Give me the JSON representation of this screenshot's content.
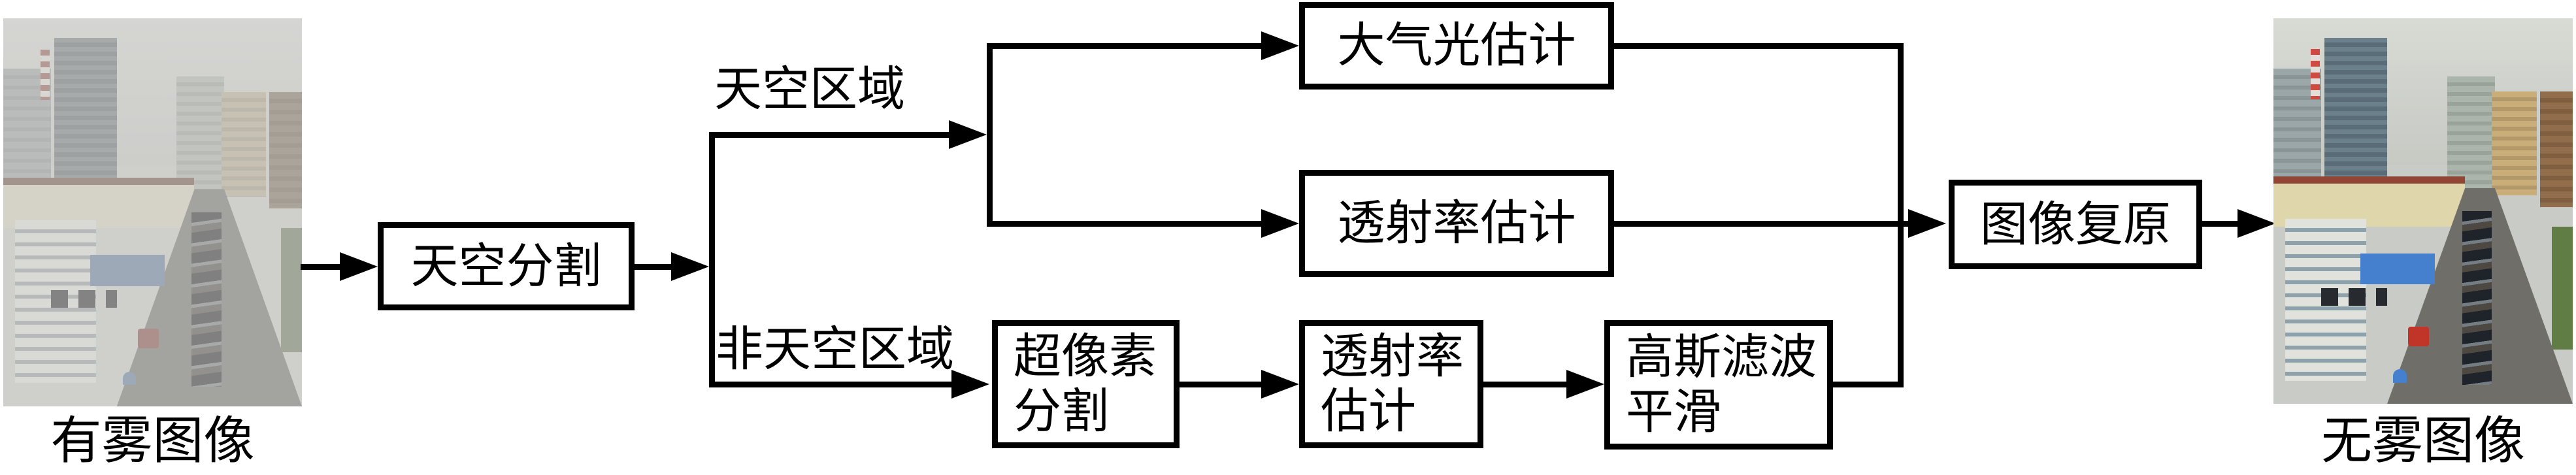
{
  "figure": {
    "background_color": "#ffffff",
    "line_color": "#000000",
    "input_image_caption": "有雾图像",
    "output_image_caption": "无雾图像",
    "branch_labels": {
      "sky_region": "天空区域",
      "non_sky_region": "非天空区域"
    },
    "nodes": {
      "sky_segmentation": "天空分割",
      "atmospheric_light_estimation": "大气光估计",
      "sky_transmittance_estimation": "透射率估计",
      "superpixel_segmentation": [
        "超像素",
        "分割"
      ],
      "nonsky_transmittance_estimation": [
        "透射率",
        "估计"
      ],
      "gaussian_filter_smoothing": [
        "高斯滤波",
        "平滑"
      ],
      "image_restoration": "图像复原"
    }
  }
}
